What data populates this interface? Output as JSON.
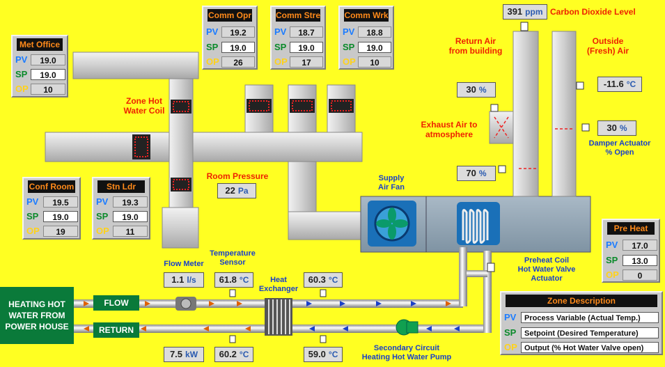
{
  "colors": {
    "background": "#ffff22",
    "panel_title": "#ff8a1a",
    "pv": "#1c7cff",
    "sp": "#0a8a2a",
    "op": "#ffd21a",
    "label_red": "#ee2200",
    "label_blue": "#1a40c8",
    "status_green": "#0a7a3a"
  },
  "zones": [
    {
      "id": "met_office",
      "title": "Met Office",
      "pv": "19.0",
      "sp": "19.0",
      "op": "10"
    },
    {
      "id": "comm_opr",
      "title": "Comm Opr",
      "pv": "19.2",
      "sp": "19.0",
      "op": "26"
    },
    {
      "id": "comm_stre",
      "title": "Comm Stre",
      "pv": "18.7",
      "sp": "19.0",
      "op": "17"
    },
    {
      "id": "comm_wrk",
      "title": "Comm Wrk",
      "pv": "18.8",
      "sp": "19.0",
      "op": "10"
    },
    {
      "id": "conf_room",
      "title": "Conf Room",
      "pv": "19.5",
      "sp": "19.0",
      "op": "19"
    },
    {
      "id": "stn_ldr",
      "title": "Stn Ldr",
      "pv": "19.3",
      "sp": "19.0",
      "op": "11"
    },
    {
      "id": "pre_heat",
      "title": "Pre Heat",
      "pv": "17.0",
      "sp": "13.0",
      "op": "0"
    }
  ],
  "labels": {
    "pv": "PV",
    "sp": "SP",
    "op": "OP"
  },
  "co2": {
    "value": "391",
    "unit": "ppm",
    "label": "Carbon Dioxide Level"
  },
  "return_air": {
    "label": "Return Air\nfrom building",
    "damper": "30",
    "unit": "%"
  },
  "outside_air": {
    "label": "Outside\n(Fresh) Air",
    "temp": "-11.6",
    "unit": "°C",
    "damper": "30",
    "damper_unit": "%"
  },
  "exhaust_air": {
    "label": "Exhaust Air to\natmosphere",
    "damper": "70",
    "unit": "%"
  },
  "damper_actuator_label": "Damper Actuator\n% Open",
  "zone_hot_water_coil": "Zone Hot\nWater Coil",
  "room_pressure": {
    "label": "Room Pressure",
    "value": "22",
    "unit": "Pa"
  },
  "supply_fan_label": "Supply\nAir Fan",
  "preheat_valve_label": "Preheat Coil\nHot Water Valve\nActuator",
  "flow_meter": {
    "label": "Flow Meter",
    "value": "1.1",
    "unit": "l/s"
  },
  "temperature_sensor": {
    "label": "Temperature\nSensor",
    "value": "61.8",
    "unit": "°C"
  },
  "heat_exchanger_label": "Heat\nExchanger",
  "secondary_supply_temp": {
    "value": "60.3",
    "unit": "°C"
  },
  "power": {
    "value": "7.5",
    "unit": "kW"
  },
  "return_temp": {
    "value": "60.2",
    "unit": "°C"
  },
  "secondary_return_temp": {
    "value": "59.0",
    "unit": "°C"
  },
  "pump_label": "Secondary Circuit\nHeating Hot Water Pump",
  "heating_source": "HEATING HOT\nWATER FROM\nPOWER HOUSE",
  "flow_label": "FLOW",
  "return_label": "RETURN",
  "legend": {
    "title": "Zone Description",
    "items": [
      {
        "key": "PV",
        "text": "Process Variable (Actual Temp.)"
      },
      {
        "key": "SP",
        "text": "Setpoint (Desired Temperature)"
      },
      {
        "key": "OP",
        "text": "Output (% Hot Water Valve open)"
      }
    ]
  }
}
